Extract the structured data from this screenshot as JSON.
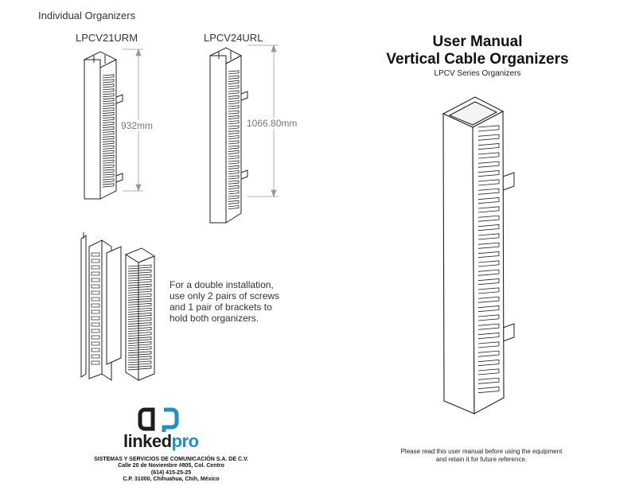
{
  "left_panel": {
    "section_title": "Individual Organizers",
    "models": [
      {
        "name": "LPCV21URM",
        "height": "932mm"
      },
      {
        "name": "LPCV24URL",
        "height": "1066.80mm"
      }
    ],
    "double_install_note": "For a double installation, use only 2 pairs of screws and 1 pair of brackets to hold both organizers."
  },
  "cover": {
    "title_line1": "User Manual",
    "title_line2": "Vertical Cable Organizers",
    "subtitle": "LPCV Series Organizers",
    "reference_note": "Please read this user manual before using the equipment and retain it for future reference."
  },
  "brand": {
    "name_part1": "linked",
    "name_part2": "pro",
    "primary_color": "#1d1d1b",
    "accent_color": "#1f8ecd"
  },
  "company": {
    "name": "SISTEMAS Y SERVICIOS DE COMUNICACIÓN S.A. DE C.V.",
    "street": "Calle 20 de Noviembre #805, Col. Centro",
    "phone": "(614) 415-25-25",
    "city": "C.P. 31000, Chihuahua, Chih, México"
  }
}
